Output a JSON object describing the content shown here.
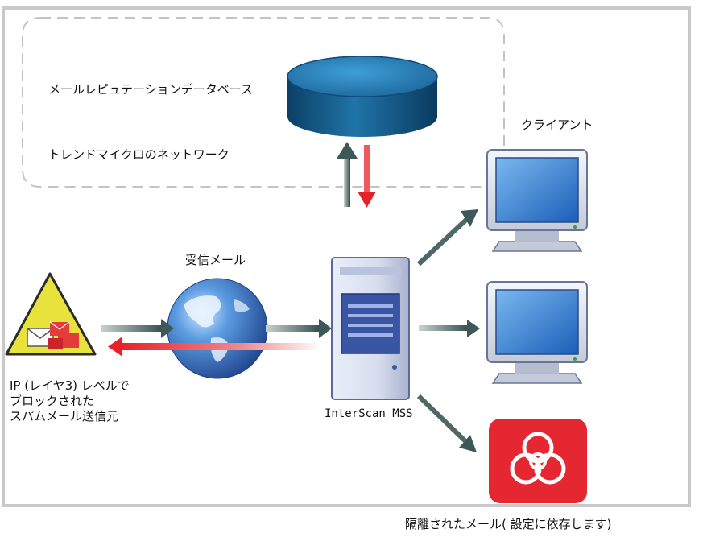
{
  "network": {
    "database_label": "メールレピュテーションデータベース",
    "network_label": "トレンドマイクロのネットワーク"
  },
  "incoming": {
    "label": "受信メール"
  },
  "server": {
    "label": "InterScan MSS"
  },
  "clients": {
    "label": "クライアント"
  },
  "spammer": {
    "label_lines": [
      "IP (レイヤ3) レベルで",
      "ブロックされた",
      "スパムメール送信元"
    ]
  },
  "quarantine": {
    "label": "隔離されたメール( 設定に依存します)"
  },
  "icons": {
    "database": "database-cylinder-icon",
    "globe": "globe-icon",
    "server": "server-tower-icon",
    "monitor": "monitor-icon",
    "biohazard": "biohazard-icon",
    "spam": "spam-mail-warning-icon"
  },
  "colors": {
    "arrow_dark": "#3d5857",
    "arrow_red": "#e8202a",
    "db_blue": "#1d6d9e",
    "quarantine_red": "#e42730",
    "warning_yellow": "#e8e23c"
  }
}
